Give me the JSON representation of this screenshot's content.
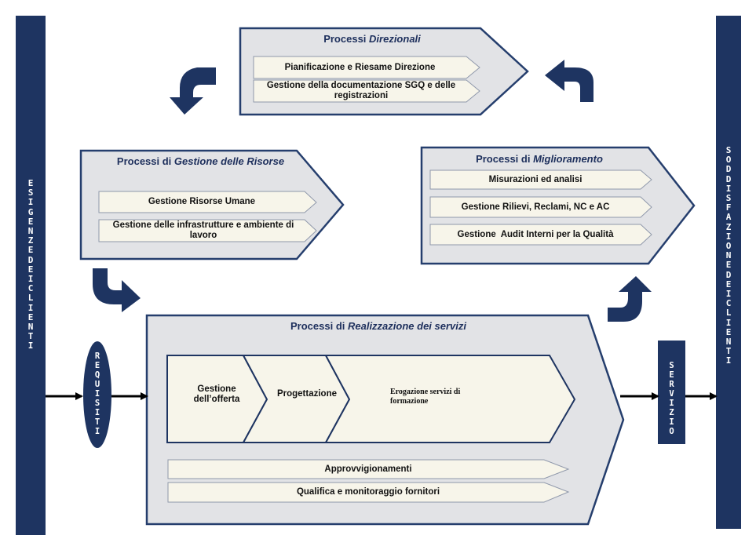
{
  "colors": {
    "navy": "#1e3461",
    "panel_fill": "#e2e3e6",
    "panel_stroke": "#253e6d",
    "box_fill": "#f7f5ea",
    "box_stroke": "#8f98ab",
    "title": "#1d2f5c"
  },
  "left_bar": {
    "words": [
      "ESIGENZE",
      "DEI",
      "CLIENTI"
    ]
  },
  "right_bar": {
    "words": [
      "SODDISFAZIONE",
      "DEI",
      "CLIENTI"
    ]
  },
  "requisiti": {
    "word": "REQUISITI"
  },
  "servizio": {
    "word": "SERVIZIO"
  },
  "direzionali": {
    "title_prefix": "Processi ",
    "title_em": "Direzionali",
    "items": [
      "Pianificazione e Riesame Direzione",
      "Gestione della documentazione SGQ e delle registrazioni"
    ]
  },
  "risorse": {
    "title_prefix": "Processi di ",
    "title_em": "Gestione delle Risorse",
    "items": [
      "Gestione Risorse Umane",
      "Gestione delle infrastrutture e ambiente di lavoro"
    ]
  },
  "miglioramento": {
    "title_prefix": "Processi di ",
    "title_em": "Miglioramento",
    "items": [
      "Misurazioni ed analisi",
      "Gestione Rilievi, Reclami, NC e AC",
      "Gestione  Audit Interni per la Qualità"
    ]
  },
  "realizzazione": {
    "title_prefix": "Processi di ",
    "title_em": "Realizzazione dei servizi",
    "chain": [
      "Gestione dell’offerta",
      "Progettazione",
      "Erogazione servizi di formazione"
    ],
    "items": [
      "Approvvigionamenti",
      "Qualifica e monitoraggio fornitori"
    ]
  }
}
